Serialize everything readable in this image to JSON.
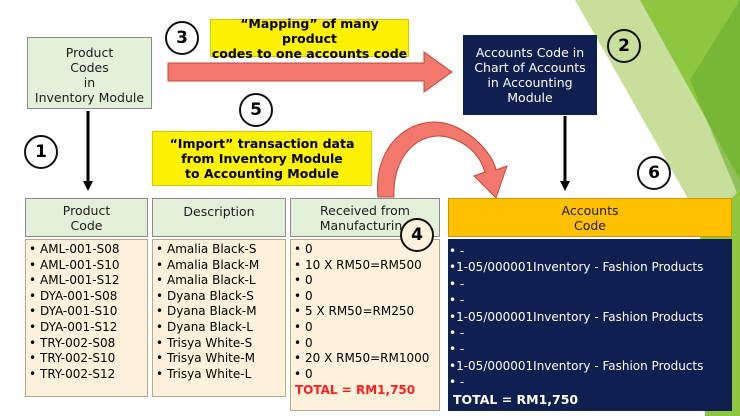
{
  "colors": {
    "green_header": "#e2efd9",
    "cream_body": "#fdf1db",
    "navy": "#0f2050",
    "yellow_note": "#fff200",
    "orange_header": "#ffc000",
    "arrow_fill": "#f4776b",
    "total_red": "#ff1d1d",
    "slide_accent_green": "#8dc63f"
  },
  "inventory_box": {
    "line1": "Product",
    "line2": "Codes",
    "line3": "in",
    "line4": "Inventory Module"
  },
  "accounts_box": {
    "line1": "Accounts Code in",
    "line2": "Chart of Accounts",
    "line3": "in Accounting",
    "line4": "Module"
  },
  "notes": {
    "mapping_line1": "“Mapping” of many product",
    "mapping_line2": "codes to one accounts code",
    "import_line1": "“Import” transaction data",
    "import_line2": "from Inventory Module",
    "import_line3": "to Accounting Module"
  },
  "step_numbers": {
    "one": "1",
    "two": "2",
    "three": "3",
    "four": "4",
    "five": "5",
    "six": "6"
  },
  "table": {
    "product_code_header_line1": "Product",
    "product_code_header_line2": "Code",
    "description_header": "Description",
    "received_header_line1": "Received from",
    "received_header_line2": "Manufacturing",
    "accounts_header_line1": "Accounts",
    "accounts_header_line2": "Code",
    "product_codes": [
      "AML-001-S08",
      "AML-001-S10",
      "AML-001-S12",
      "DYA-001-S08",
      "DYA-001-S10",
      "DYA-001-S12",
      "TRY-002-S08",
      "TRY-002-S10",
      "TRY-002-S12"
    ],
    "descriptions": [
      "Amalia Black-S",
      "Amalia Black-M",
      "Amalia Black-L",
      "Dyana Black-S",
      "Dyana Black-M",
      "Dyana Black-L",
      "Trisya White-S",
      "Trisya White-M",
      "Trisya White-L"
    ],
    "received": [
      "0",
      "10 X RM50=RM500",
      "0",
      "0",
      "5 X RM50=RM250",
      "0",
      "0",
      "20 X RM50=RM1000",
      "0"
    ],
    "received_total": "TOTAL = RM1,750",
    "accounts_codes": [
      "•  -",
      "•1-05/000001Inventory - Fashion Products",
      "•  -",
      "•  -",
      "•1-05/000001Inventory - Fashion Products",
      "•  -",
      "•  -",
      "•1-05/000001Inventory - Fashion Products",
      "•  -"
    ],
    "accounts_total": "TOTAL = RM1,750"
  }
}
